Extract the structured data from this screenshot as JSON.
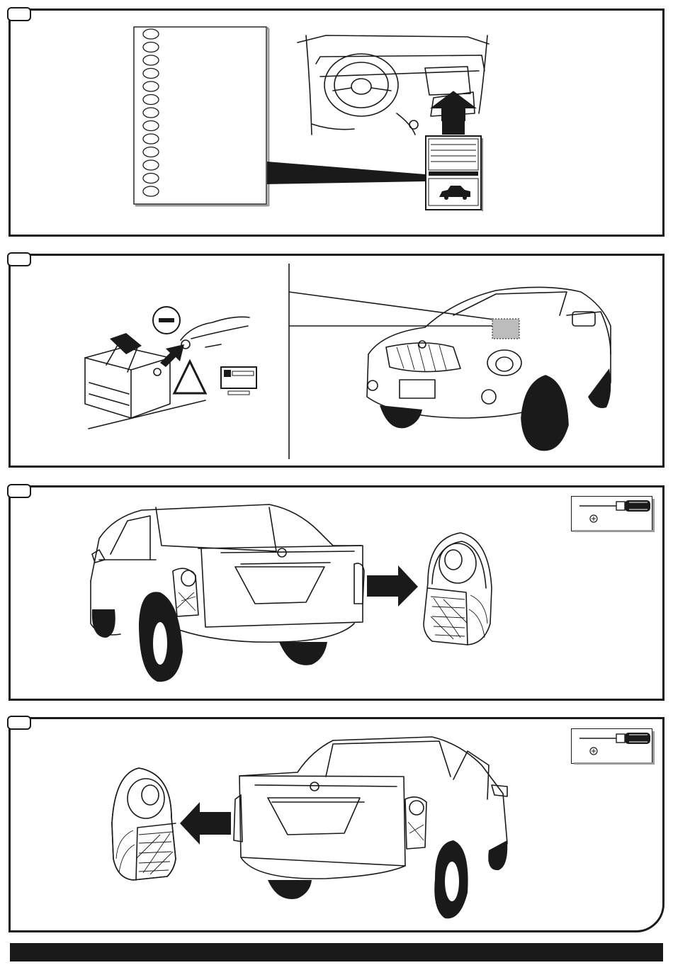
{
  "page": {
    "steps": [
      {
        "id": "step-1",
        "title": ""
      },
      {
        "id": "step-2",
        "title": ""
      },
      {
        "id": "step-3",
        "title": ""
      },
      {
        "id": "step-4",
        "title": ""
      }
    ]
  },
  "step1": {
    "fuse_slots": 13,
    "icon": "car-silhouette-icon"
  },
  "step2": {
    "terminal_symbol": "minus-icon",
    "warning_icon": "warning-triangle-icon"
  },
  "tools": {
    "icon": "screwdriver-icon",
    "bit_icon": "phillips-head-icon"
  },
  "colors": {
    "ink": "#1a1a1a",
    "shade": "#bdbdbd",
    "paper": "#ffffff"
  }
}
